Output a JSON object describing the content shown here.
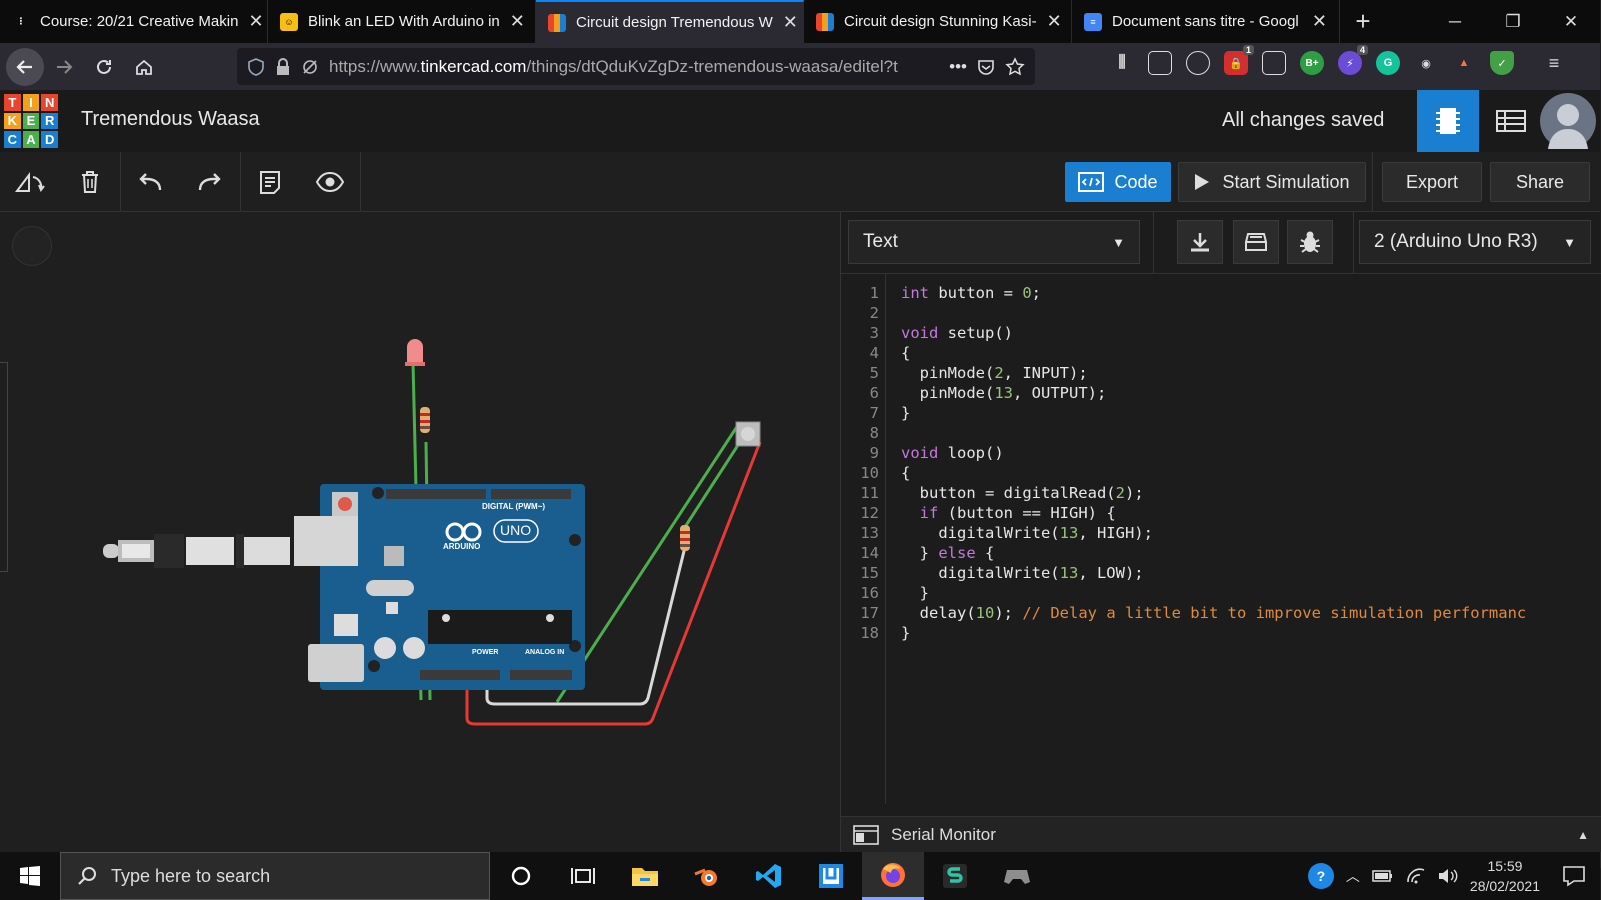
{
  "browser": {
    "tabs": [
      {
        "title": "Course: 20/21 Creative Makin",
        "icon": "course-icon",
        "color": "#000000"
      },
      {
        "title": "Blink an LED With Arduino in",
        "icon": "instructables-icon",
        "color": "#fabd14"
      },
      {
        "title": "Circuit design Tremendous W",
        "icon": "tinkercad-icon",
        "color": "#e8452c"
      },
      {
        "title": "Circuit design Stunning Kasi-",
        "icon": "tinkercad-icon",
        "color": "#e8452c"
      },
      {
        "title": "Document sans titre - Googl",
        "icon": "google-docs-icon",
        "color": "#4285f4"
      }
    ],
    "new_tab_label": "+",
    "url_prefix": "https://www.",
    "url_domain": "tinkercad.com",
    "url_rest": "/things/dtQduKvZgDz-tremendous-waasa/editel?t",
    "ext_badge_1": "1",
    "ext_badge_2": "4",
    "ext_b_label": "B+"
  },
  "tinkercad": {
    "logo_letters": [
      "T",
      "I",
      "N",
      "K",
      "E",
      "R",
      "C",
      "A",
      "D"
    ],
    "logo_colors": [
      "#e8452c",
      "#f3a01c",
      "#e8452c",
      "#f3a01c",
      "#4cae4c",
      "#1a7fd1",
      "#1a7fd1",
      "#4cae4c",
      "#1a7fd1"
    ],
    "project_name": "Tremendous Waasa",
    "save_status": "All changes saved",
    "accent": "#1a7fd1"
  },
  "toolbar": {
    "code_label": "Code",
    "start_sim_label": "Start Simulation",
    "export_label": "Export",
    "share_label": "Share"
  },
  "code_panel": {
    "mode": "Text",
    "device": "2 (Arduino Uno R3)",
    "serial_monitor": "Serial Monitor",
    "line_numbers": [
      "1",
      "2",
      "3",
      "4",
      "5",
      "6",
      "7",
      "8",
      "9",
      "10",
      "11",
      "12",
      "13",
      "14",
      "15",
      "16",
      "17",
      "18"
    ]
  },
  "taskbar": {
    "search_placeholder": "Type here to search",
    "time": "15:59",
    "date": "28/02/2021"
  },
  "board": {
    "digital_label": "DIGITAL (PWM~)",
    "brand": "ARDUINO",
    "model": "UNO",
    "power_label": "POWER",
    "analog_label": "ANALOG IN"
  }
}
